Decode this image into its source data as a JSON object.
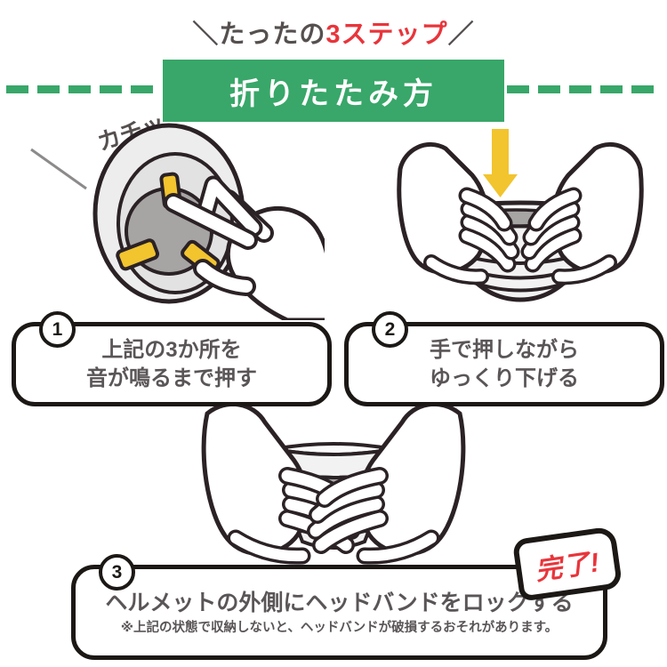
{
  "header": {
    "tagline_prefix": "＼たったの",
    "tagline_highlight": "3ステップ",
    "tagline_suffix": "／",
    "banner_title": "折りたたみ方"
  },
  "step1": {
    "number": "1",
    "sfx": "カチッ",
    "line1": "上記の3か所を",
    "line2": "音が鳴るまで押す"
  },
  "step2": {
    "number": "2",
    "line1": "手で押しながら",
    "line2": "ゆっくり下げる"
  },
  "step3": {
    "number": "3",
    "line1": "ヘルメットの外側にヘッドバンドをロックする",
    "note": "※上記の状態で収納しないと、ヘッドバンドが破損するおそれがあります。",
    "done_label": "完了!"
  },
  "colors": {
    "green": "#38a769",
    "red": "#e8353b",
    "yellow": "#f2c42e",
    "text_dark": "#55504f",
    "outline": "#2b2226",
    "helmet_light_gray": "#ededed",
    "helmet_dark_gray": "#a7a4a4"
  }
}
